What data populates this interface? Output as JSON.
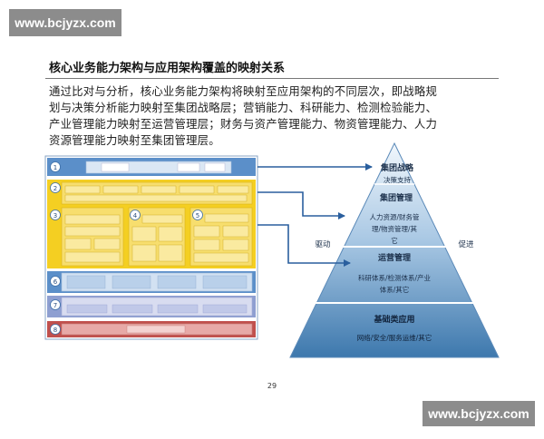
{
  "watermark": {
    "top": "www.bcjyzx.com",
    "bottom": "www.bcjyzx.com"
  },
  "title": "核心业务能力架构与应用架构覆盖的映射关系",
  "intro_lines": [
    "通过比对与分析，核心业务能力架构将映射至应用架构的不同层次，即战略规",
    "划与决策分析能力映射至集团战略层；营销能力、科研能力、检测检验能力、",
    "产业管理能力映射至运营管理层；财务与资产管理能力、物资管理能力、人力",
    "资源管理能力映射至集团管理层。"
  ],
  "capability_map": {
    "numbers": [
      "1",
      "2",
      "3",
      "4",
      "5",
      "6",
      "7",
      "8"
    ]
  },
  "pyramid": {
    "levels": [
      {
        "name": "集团战略",
        "detail": [
          "决策支持"
        ]
      },
      {
        "name": "集团管理",
        "detail": [
          "人力资源/财务管",
          "理/物资管理/其",
          "它"
        ]
      },
      {
        "name": "运营管理",
        "detail": [
          "科研体系/检测体系/产业",
          "体系/其它"
        ]
      },
      {
        "name": "基础类应用",
        "detail": [
          "网络/安全/服务运维/其它"
        ]
      }
    ],
    "left_label": "驱动",
    "right_label": "促进"
  },
  "page_number": "29",
  "colors": {
    "arrow": "#2a5f9e",
    "pyramid_top": "#eaf3fa",
    "pyramid_bottom": "#3d78ad",
    "band_blue": "#5b8fc9",
    "band_yellow": "#f4cf22",
    "band_purple": "#9c86c8",
    "band_red": "#c0504d"
  }
}
